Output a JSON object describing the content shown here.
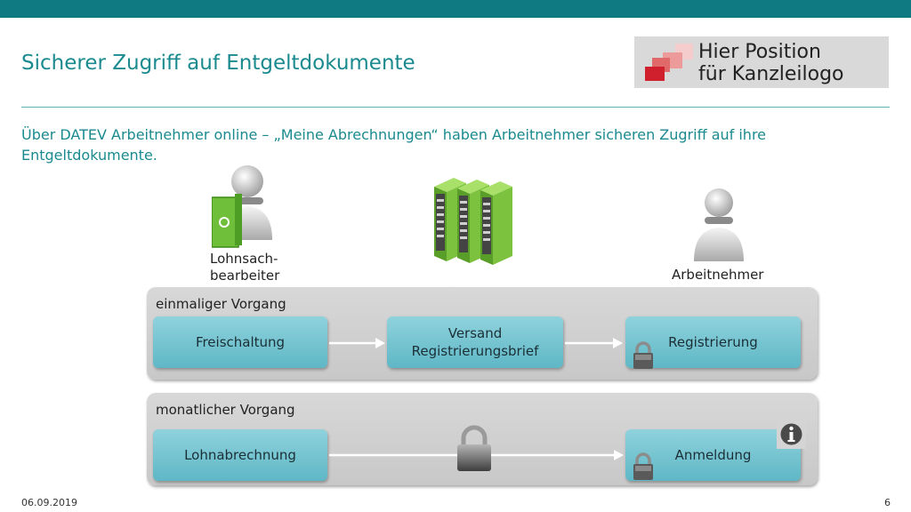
{
  "header": {
    "title": "Sicherer Zugriff auf Entgeltdokumente",
    "logo_line1": "Hier Position",
    "logo_line2": "für Kanzleilogo"
  },
  "intro": "Über DATEV Arbeitnehmer online – „Meine Abrechnungen“ haben Arbeitnehmer sicheren Zugriff auf ihre Entgeltdokumente.",
  "actors": {
    "clerk_line1": "Lohnsach-",
    "clerk_line2": "bearbeiter",
    "employee": "Arbeitnehmer",
    "server_icon": "server-icon"
  },
  "once": {
    "title": "einmaliger Vorgang",
    "step1": "Freischaltung",
    "step2_line1": "Versand",
    "step2_line2": "Registrierungsbrief",
    "step3": "Registrierung"
  },
  "monthly": {
    "title": "monatlicher Vorgang",
    "step1": "Lohnabrechnung",
    "step2": "Anmeldung"
  },
  "footer": {
    "date": "06.09.2019",
    "page": "6"
  },
  "colors": {
    "accent": "#1a8a8f",
    "topbar": "#0f7a82",
    "step": "#6cc0cd",
    "logo_red": "#d0202e"
  }
}
